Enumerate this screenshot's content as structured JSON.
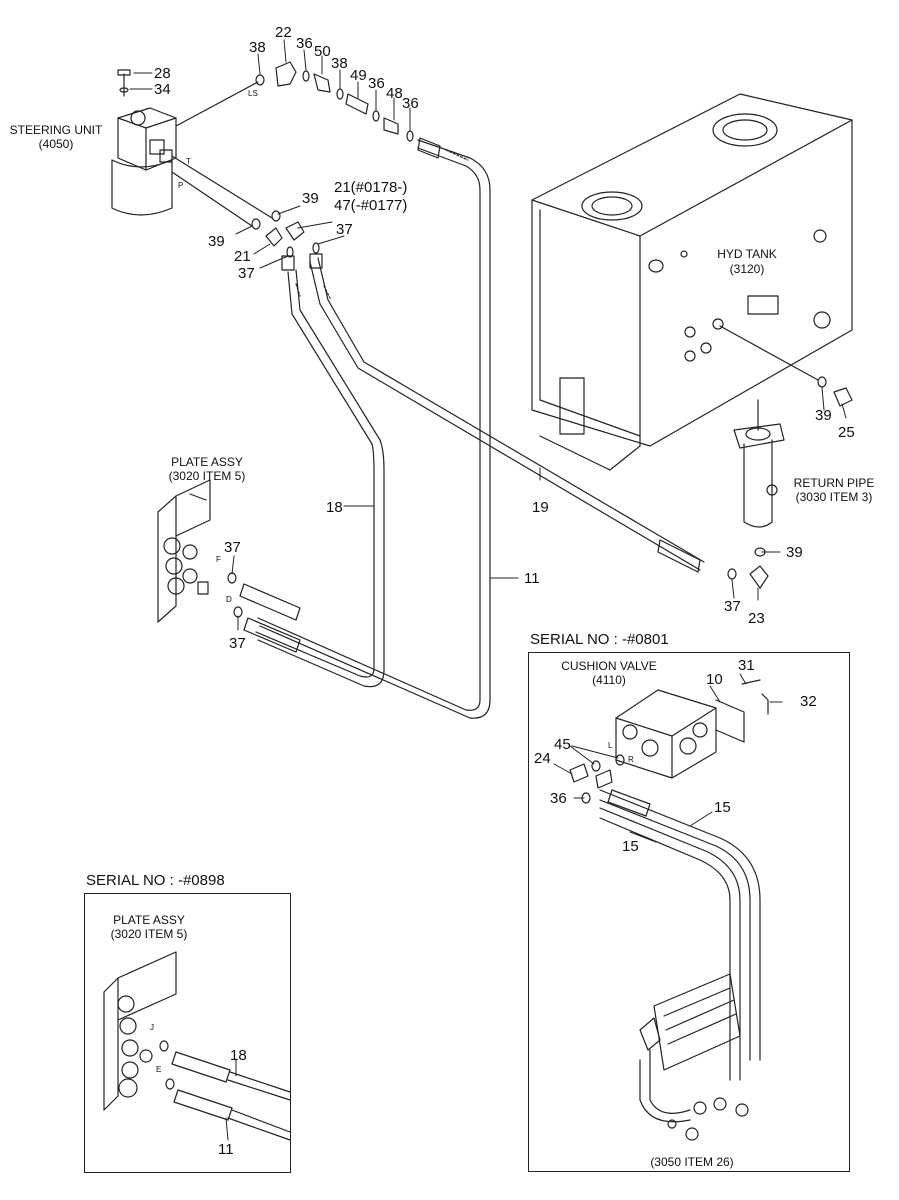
{
  "callouts": {
    "c22": "22",
    "c38a": "38",
    "c36a": "36",
    "c50": "50",
    "c38b": "38",
    "c49": "49",
    "c36b": "36",
    "c48": "48",
    "c36c": "36",
    "c28": "28",
    "c34": "34",
    "c39a": "39",
    "c21top": "21(#0178-)",
    "c47": "47(-#0177)",
    "c39b": "39",
    "c37a": "37",
    "c21": "21",
    "c37b": "37",
    "c18": "18",
    "c19": "19",
    "c37c": "37",
    "c37d": "37",
    "c11": "11",
    "c39c": "39",
    "c25": "25",
    "c39d": "39",
    "c37e": "37",
    "c23": "23",
    "c31": "31",
    "c10": "10",
    "c32": "32",
    "c45": "45",
    "c24": "24",
    "c36d": "36",
    "c15a": "15",
    "c15b": "15",
    "c18b": "18",
    "c11b": "11"
  },
  "captions": {
    "steering_unit": "STEERING UNIT",
    "steering_unit_ref": "(4050)",
    "hyd_tank": "HYD TANK",
    "hyd_tank_ref": "(3120)",
    "return_pipe": "RETURN PIPE",
    "return_pipe_ref": "(3030 ITEM 3)",
    "plate_assy": "PLATE ASSY",
    "plate_assy_ref": "(3020 ITEM 5)",
    "cushion_valve": "CUSHION VALVE",
    "cushion_valve_ref": "(4110)",
    "cooler_ref": "(3050 ITEM 26)",
    "plate_assy_2": "PLATE ASSY",
    "plate_assy_2_ref": "(3020 ITEM 5)"
  },
  "port_marks": {
    "ls": "LS",
    "t": "T",
    "p": "P",
    "f": "F",
    "d": "D",
    "l": "L",
    "r": "R",
    "j": "J",
    "e": "E"
  },
  "serials": {
    "right_box": "SERIAL NO : -#0801",
    "left_box": "SERIAL NO : -#0898"
  }
}
